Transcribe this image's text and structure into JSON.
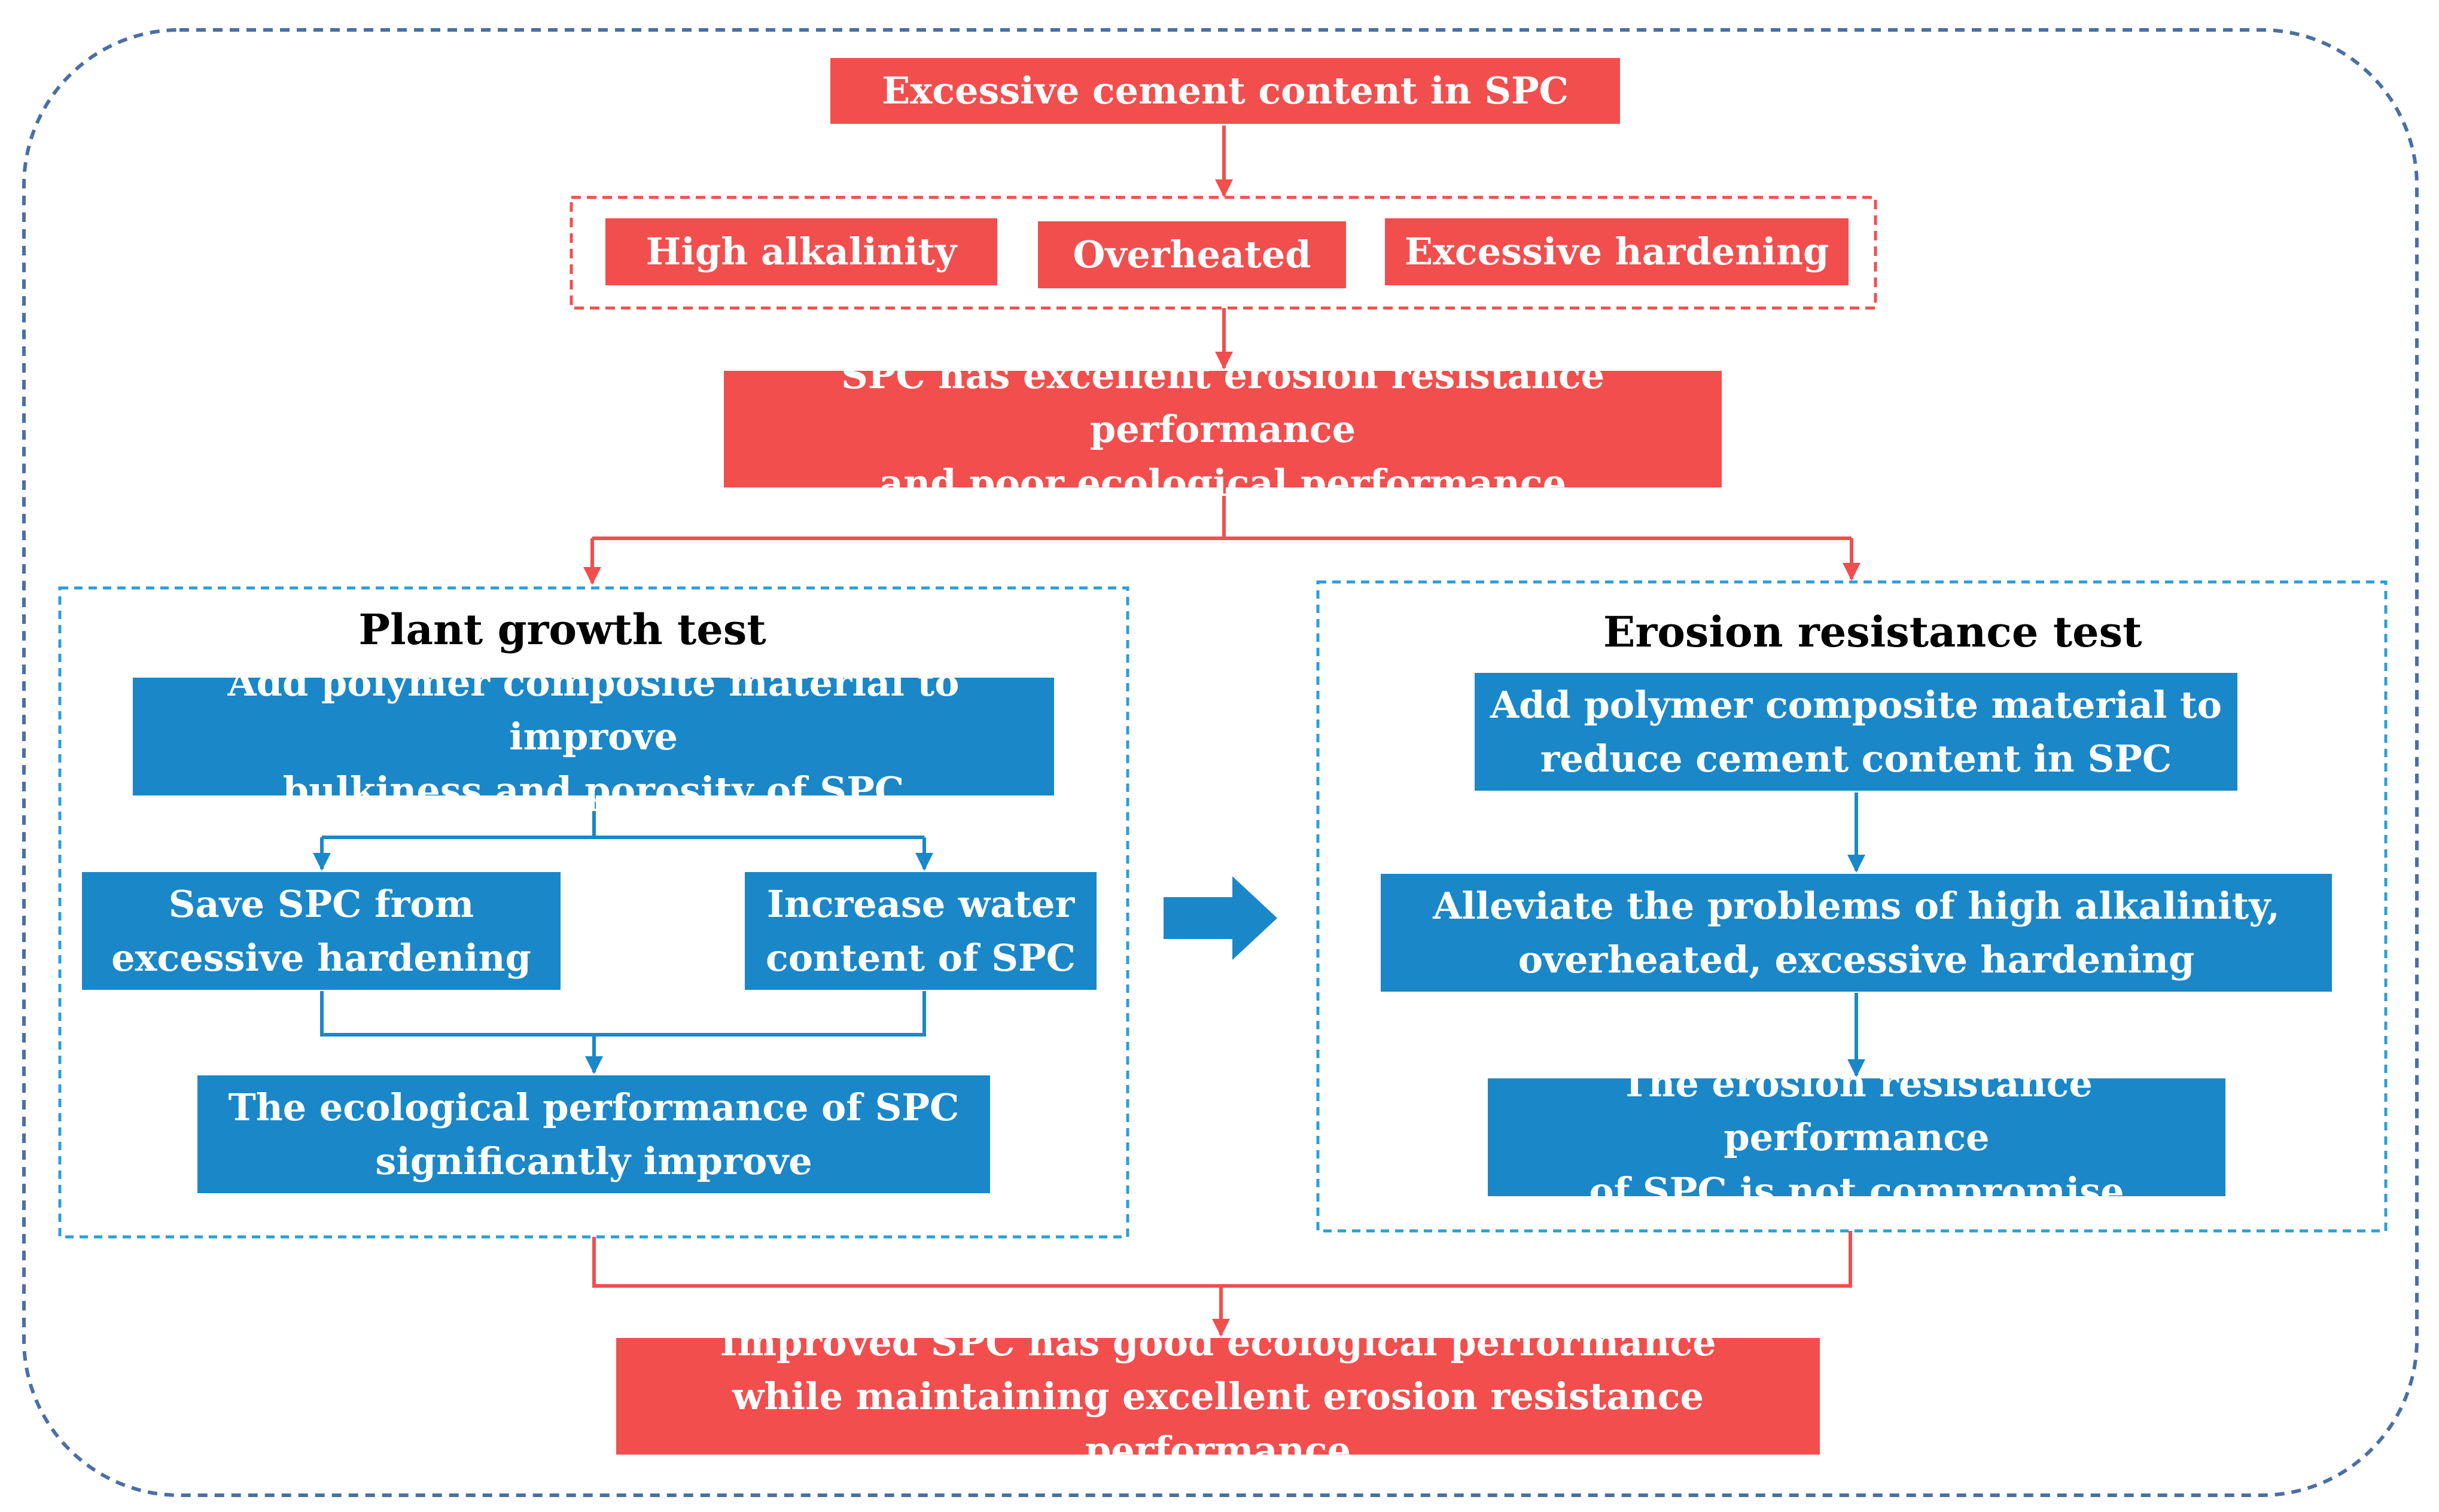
{
  "top": {
    "label": "Excessive cement content in SPC"
  },
  "problems": [
    {
      "label": "High alkalinity"
    },
    {
      "label": "Overheated"
    },
    {
      "label": "Excessive hardening"
    }
  ],
  "summary": {
    "line1": "SPC has excellent erosion resistance performance",
    "line2": "and poor ecological performance"
  },
  "plant_test": {
    "heading": "Plant growth test",
    "add": {
      "line1": "Add polymer composite material to improve",
      "line2": "bulkiness and porosity of SPC"
    },
    "save": {
      "line1": "Save SPC from",
      "line2": "excessive hardening"
    },
    "water": {
      "line1": "Increase water",
      "line2": "content of SPC"
    },
    "result": {
      "line1": "The ecological performance of SPC",
      "line2": "significantly improve"
    }
  },
  "erosion_test": {
    "heading": "Erosion resistance test",
    "add": {
      "line1": "Add  polymer composite material to",
      "line2": "reduce cement content in SPC"
    },
    "alleviate": {
      "line1": "Alleviate the problems of high alkalinity,",
      "line2": "overheated, excessive hardening"
    },
    "result": {
      "line1": "The erosion resistance performance",
      "line2": "of SPC is not compromise"
    }
  },
  "conclusion": {
    "line1": "Improved SPC has good ecological performance",
    "line2": "while maintaining  excellent erosion resistance performance"
  },
  "colors": {
    "red": "#f24e4e",
    "blue": "#1a87c9",
    "outline": "#4a6fa5",
    "frame_blue": "#2a9fd8"
  }
}
